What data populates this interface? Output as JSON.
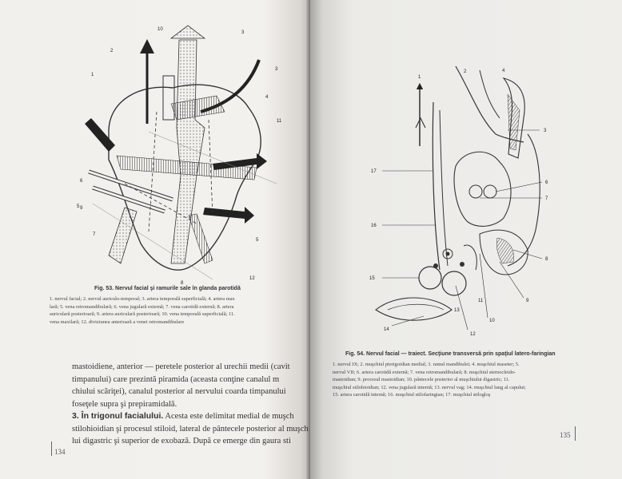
{
  "left_page": {
    "figure_labels": [
      "1",
      "2",
      "3",
      "10",
      "3",
      "4",
      "11",
      "5",
      "6",
      "7",
      "8",
      "9",
      "5",
      "12"
    ],
    "caption_title": "Fig. 53. Nervul facial şi ramurile sale în glanda parotidă",
    "caption_lines": [
      "1. nervul facial; 2. nervul auriculo-temporal; 3. artera temporală superficială; 4. artera max",
      "lară; 5. vena retromandibulară; 6. vena jugulară externă; 7. vena carotidă externă; 8. artera",
      "auriculară posterioară; 9. artera auriculară posterioară; 10. vena temporală superficială; 11.",
      "vena maxilară; 12. diviziunea anterioară a venei retromandibulare"
    ],
    "body_lines": [
      "mastoidiene, anterior — peretele posterior al urechii medii (cavit",
      "timpanului) care prezintă piramida (aceasta conţine canalul m",
      "chiului scăriţei), canalul posterior al nervului coarda timpanului",
      "foseţele supra şi prepiramidală."
    ],
    "section_heading": "3. În trigonul facialului.",
    "section_lines": [
      " Acesta este delimitat medial de muşch",
      "stilohioidian şi procesul stiloid, lateral de pântecele posterior al muşch",
      "lui digastric şi superior de exobază. După ce emerge din gaura sti"
    ],
    "page_number": "134"
  },
  "right_page": {
    "figure_labels": [
      "1",
      "2",
      "4",
      "3",
      "17",
      "6",
      "7",
      "16",
      "8",
      "15",
      "9",
      "11",
      "10",
      "13",
      "14",
      "12"
    ],
    "caption_title": "Fig. 54. Nervul facial — traiect. Secţiune transversă prin spaţiul latero-faringian",
    "caption_lines": [
      "1. nervul IX; 2. muşchiul pterigoidian medial; 3. ramul mandibulei; 4. muşchiul maseter; 5.",
      "nervul VII; 6. artera carotidă externă; 7. vena retromandibulară; 8. muşchiul sternocleido-",
      "mastoidian; 9. procesul mastoidian; 10. pântecele posterior al muşchiului digastric; 11.",
      "muşchiul stilohioidian; 12. vena jugulară internă; 13. nervul vag; 14. muşchiul lung al capului;",
      "15. artera carotidă internă; 16. muşchiul stilofaringian; 17. muşchiul stilogloş"
    ],
    "page_number": "135"
  }
}
